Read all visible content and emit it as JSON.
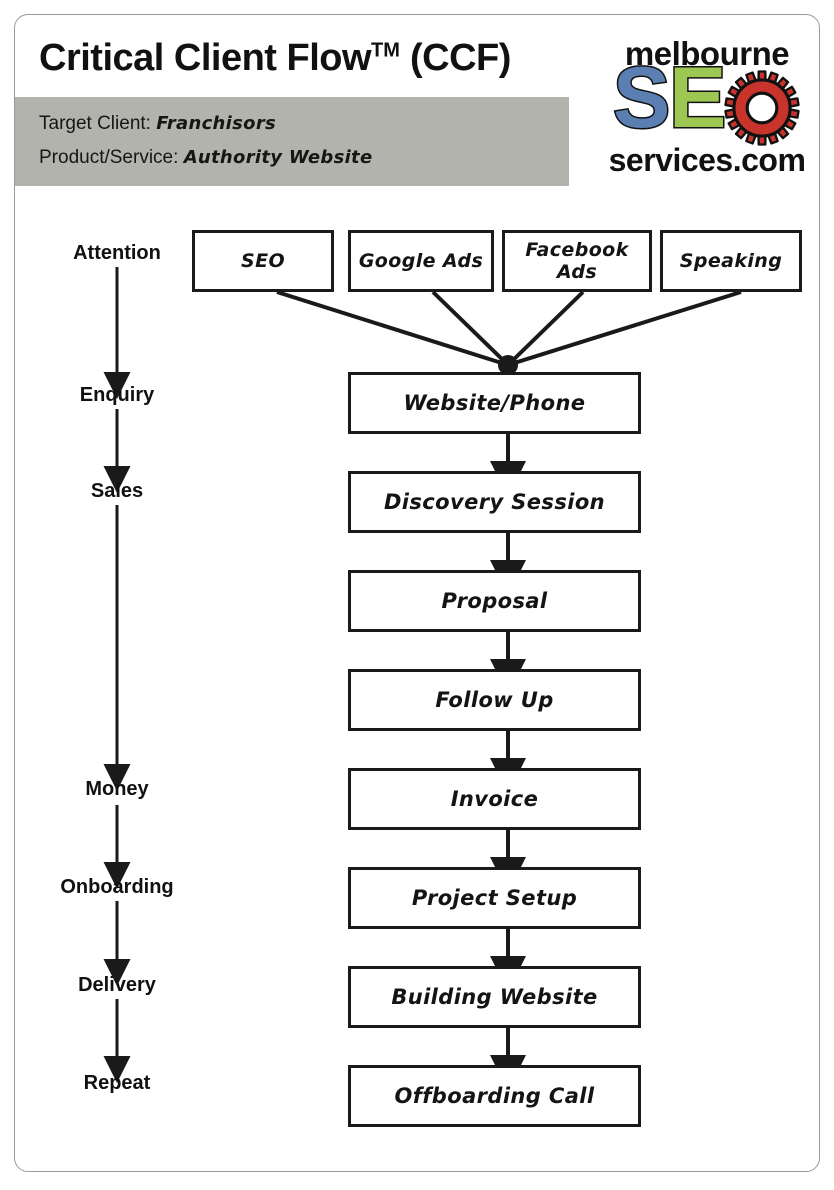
{
  "header": {
    "title_main": "Critical Client Flow",
    "title_tm": "TM",
    "title_suffix": " (CCF)",
    "meta": {
      "target_client_label": "Target Client:",
      "target_client_value": "Franchisors",
      "product_service_label": "Product/Service:",
      "product_service_value": "Authority Website"
    },
    "banner_color": "#b3b3ae"
  },
  "logo": {
    "top_text": "melbourne",
    "letter_s": "S",
    "letter_e": "E",
    "gear_icon": "gear-o-icon",
    "bottom_text": "services.com",
    "colors": {
      "s_blue": "#5c7fb3",
      "e_green": "#9cc752",
      "gear_red": "#c8342c",
      "outline": "#111111"
    }
  },
  "diagram": {
    "stages": [
      {
        "label": "Attention"
      },
      {
        "label": "Enquiry"
      },
      {
        "label": "Sales"
      },
      {
        "label": "Money"
      },
      {
        "label": "Onboarding"
      },
      {
        "label": "Delivery"
      },
      {
        "label": "Repeat"
      }
    ],
    "sources": [
      {
        "label": "SEO"
      },
      {
        "label": "Google Ads"
      },
      {
        "label": "Facebook Ads"
      },
      {
        "label": "Speaking"
      }
    ],
    "steps": [
      {
        "label": "Website/Phone"
      },
      {
        "label": "Discovery Session"
      },
      {
        "label": "Proposal"
      },
      {
        "label": "Follow Up"
      },
      {
        "label": "Invoice"
      },
      {
        "label": "Project Setup"
      },
      {
        "label": "Building Website"
      },
      {
        "label": "Offboarding Call"
      }
    ],
    "junction_icon": "junction-dot-icon"
  }
}
